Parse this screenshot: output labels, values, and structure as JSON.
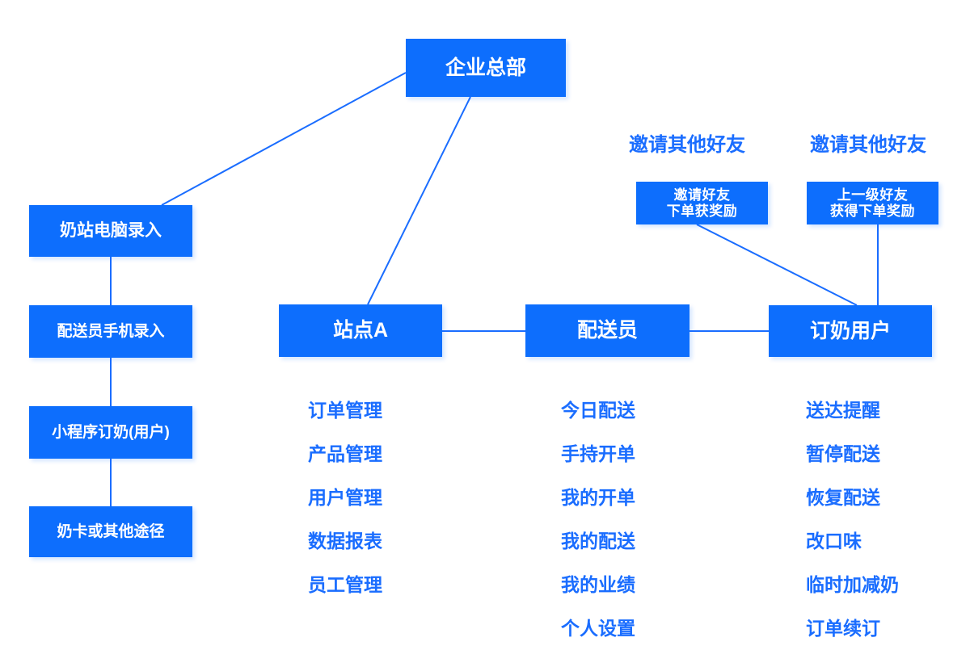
{
  "theme": {
    "box_fill": "#0d6efd",
    "box_text": "#ffffff",
    "label_text": "#1a6dff",
    "edge_color": "#1a6dff",
    "background": "#ffffff"
  },
  "nodes": {
    "headquarters": {
      "label": "企业总部"
    },
    "station_pc_entry": {
      "label": "奶站电脑录入"
    },
    "courier_phone_entry": {
      "label": "配送员手机录入"
    },
    "miniapp_order": {
      "label": "小程序订奶(用户)"
    },
    "milk_card_other": {
      "label": "奶卡或其他途径"
    },
    "station_a": {
      "label": "站点A"
    },
    "courier": {
      "label": "配送员"
    },
    "milk_user": {
      "label": "订奶用户"
    },
    "invite_friend_reward": {
      "line1": "邀请好友",
      "line2": "下单获奖励"
    },
    "upper_friend_reward": {
      "line1": "上一级好友",
      "line2": "获得下单奖励"
    }
  },
  "captions": {
    "invite_others_left": "邀请其他好友",
    "invite_others_right": "邀请其他好友"
  },
  "lists": {
    "station_a_functions": [
      "订单管理",
      "产品管理",
      "用户管理",
      "数据报表",
      "员工管理"
    ],
    "courier_functions": [
      "今日配送",
      "手持开单",
      "我的开单",
      "我的配送",
      "我的业绩",
      "个人设置"
    ],
    "user_functions": [
      "送达提醒",
      "暂停配送",
      "恢复配送",
      "改口味",
      "临时加减奶",
      "订单续订"
    ]
  }
}
